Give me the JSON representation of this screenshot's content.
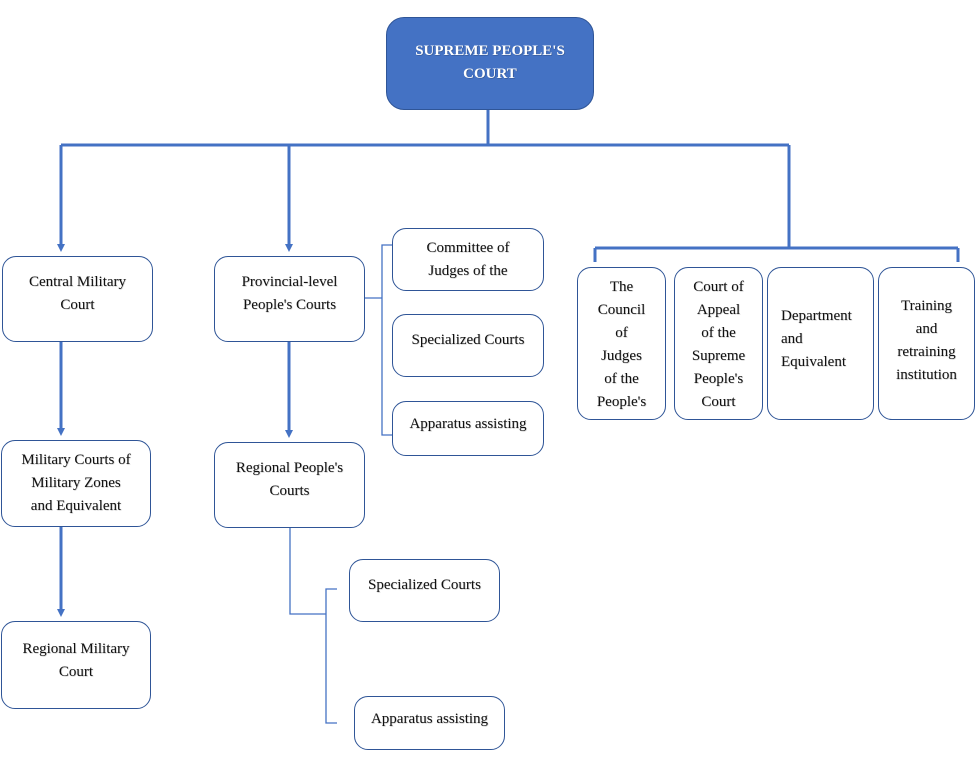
{
  "colors": {
    "root_fill": "#4472c4",
    "connector": "#4472c4",
    "node_border": "#2f5597",
    "node_fill": "#ffffff"
  },
  "root": {
    "label": "SUPREME PEOPLE'S\nCOURT"
  },
  "military_branch": {
    "central": "Central Military\nCourt",
    "zones": "Military Courts of\nMilitary Zones\nand Equivalent",
    "regional": "Regional Military\nCourt"
  },
  "provincial_branch": {
    "provincial": "Provincial-level\nPeople's Courts",
    "provincial_children": [
      "Committee of\nJudges of the",
      "Specialized Courts",
      "Apparatus assisting"
    ],
    "regional": "Regional People's\nCourts",
    "regional_children": [
      "Specialized Courts",
      "Apparatus assisting"
    ]
  },
  "supreme_units": [
    "The\nCouncil\nof\nJudges\nof the\nPeople's",
    "Court of\nAppeal\nof the\nSupreme\nPeople's\nCourt",
    "Department\nand\nEquivalent",
    "Training\nand\nretraining\ninstitution"
  ]
}
